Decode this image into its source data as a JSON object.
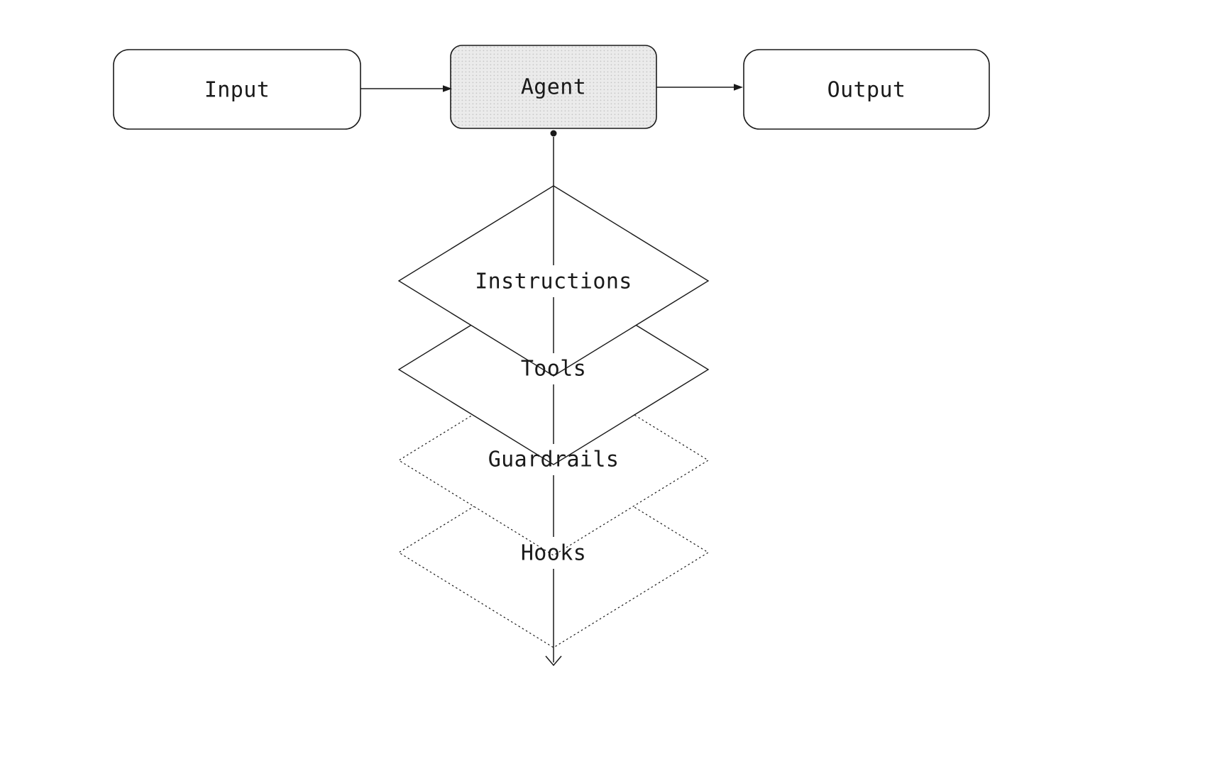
{
  "diagram": {
    "nodes": {
      "input": {
        "label": "Input"
      },
      "agent": {
        "label": "Agent"
      },
      "output": {
        "label": "Output"
      }
    },
    "layers": [
      {
        "label": "Instructions",
        "border_style": "solid"
      },
      {
        "label": "Tools",
        "border_style": "solid"
      },
      {
        "label": "Guardrails",
        "border_style": "dotted"
      },
      {
        "label": "Hooks",
        "border_style": "dotted"
      }
    ],
    "colors": {
      "stroke": "#1a1a1a",
      "background": "#ffffff",
      "agent_fill": "#ebebeb",
      "agent_dot": "#c6c6c6"
    }
  }
}
